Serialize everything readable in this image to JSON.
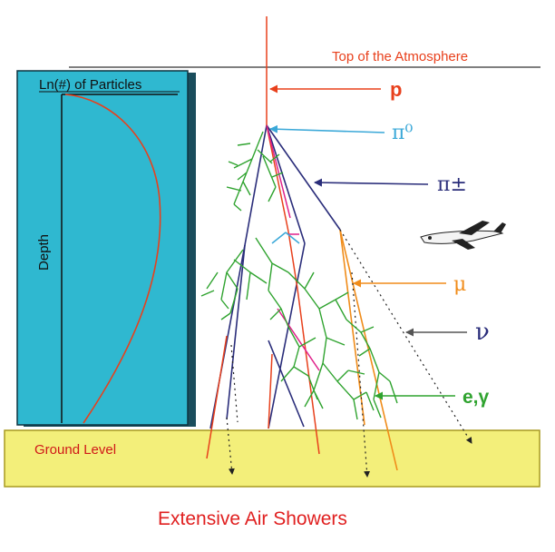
{
  "labels": {
    "top_of_atmosphere": "Top of the Atmosphere",
    "ln_particles": "Ln(#) of Particles",
    "depth": "Depth",
    "ground_level": "Ground Level",
    "caption": "Extensive Air Showers"
  },
  "particles": {
    "proton": "p",
    "pi_zero": "π⁰",
    "pi_charged": "π±",
    "muon": "μ",
    "neutrino": "ν",
    "electron_gamma": "e,γ"
  },
  "colors": {
    "proton": "#e8401c",
    "pi_zero": "#3aa8d8",
    "pi_charged": "#2a2d7a",
    "muon": "#f08c1a",
    "neutrino": "#333333",
    "electron_gamma": "#2fa32f",
    "pink": "#e0208a",
    "panel": "#2fb8d0",
    "ground": "#f3ef7a",
    "airplane": "airplane-icon"
  }
}
